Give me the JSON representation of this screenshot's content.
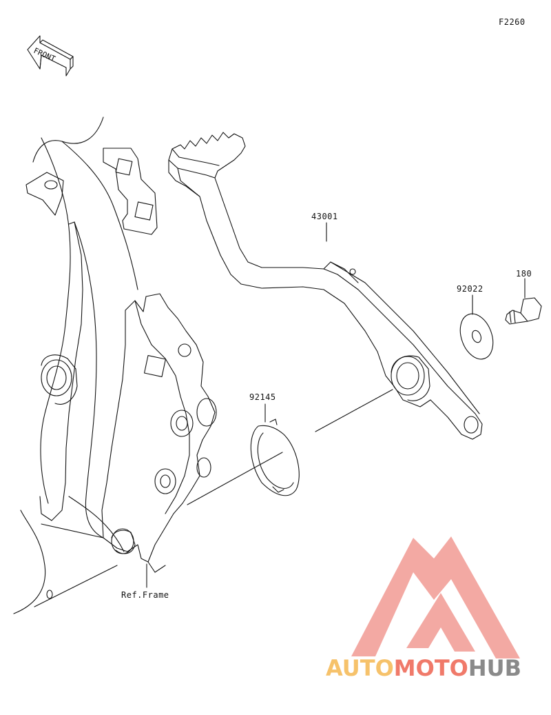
{
  "figure": {
    "code": "F2260"
  },
  "front_arrow": {
    "label": "FRONT"
  },
  "callouts": {
    "brake_pedal": "43001",
    "washer": "92022",
    "bolt": "180",
    "spring": "92145",
    "frame_ref": "Ref.Frame"
  },
  "watermark": {
    "part1": "AUTO",
    "part2": "MOTO",
    "part3": "HUB",
    "colors": {
      "part1": "#f6c26b",
      "part2": "#f07a6a",
      "part3": "#8a8a8a",
      "logo": "#f2a09a"
    }
  },
  "colors": {
    "line": "#111111",
    "background": "#ffffff"
  }
}
